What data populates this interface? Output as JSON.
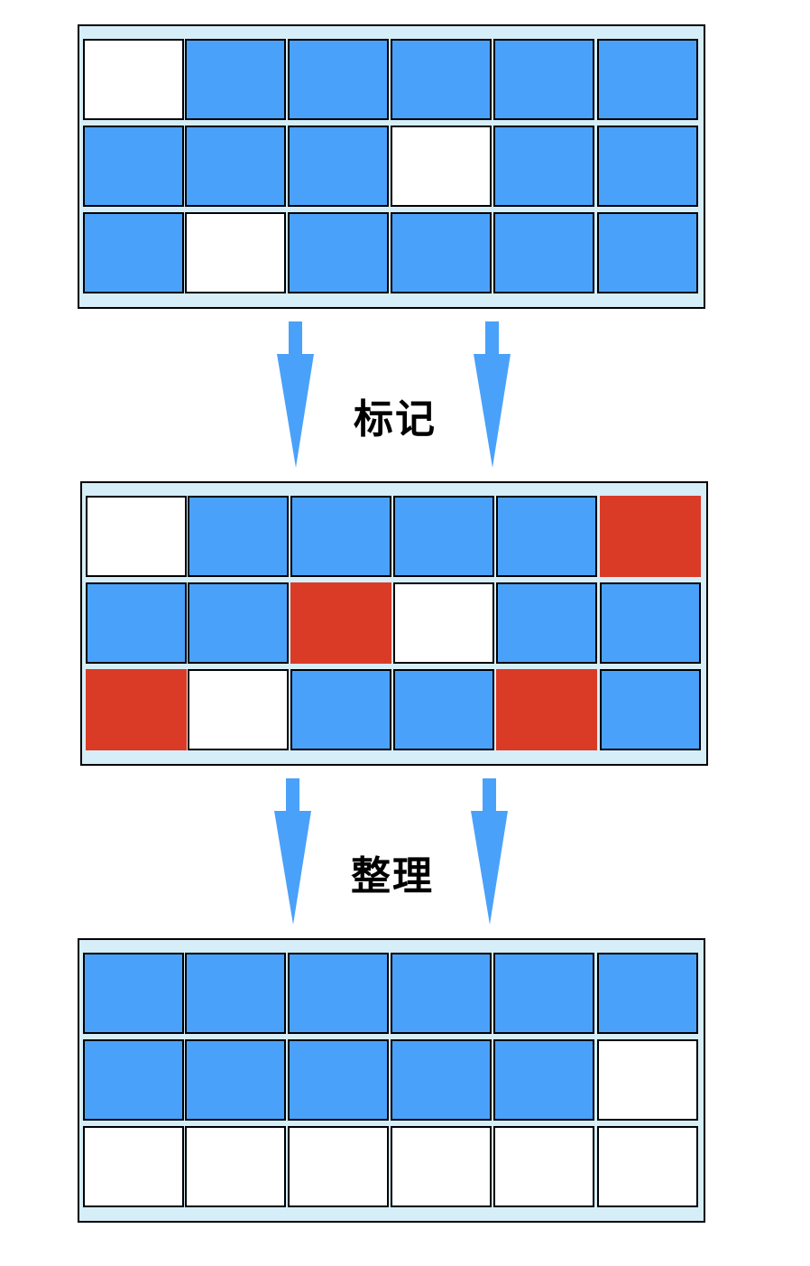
{
  "colors": {
    "panel_bg": "#d6eef8",
    "used": "#4aa1f9",
    "free": "#ffffff",
    "marked": "#d93b27",
    "arrow": "#4aa1f9"
  },
  "steps": [
    {
      "label": "标记"
    },
    {
      "label": "整理"
    }
  ],
  "grids": [
    {
      "name": "initial",
      "rows": [
        [
          "white",
          "blue",
          "blue",
          "blue",
          "blue",
          "blue"
        ],
        [
          "blue",
          "blue",
          "blue",
          "white",
          "blue",
          "blue"
        ],
        [
          "blue",
          "white",
          "blue",
          "blue",
          "blue",
          "blue"
        ]
      ]
    },
    {
      "name": "marked",
      "rows": [
        [
          "white",
          "blue",
          "blue",
          "blue",
          "blue",
          "red"
        ],
        [
          "blue",
          "blue",
          "red",
          "white",
          "blue",
          "blue"
        ],
        [
          "red",
          "white",
          "blue",
          "blue",
          "red",
          "blue"
        ]
      ]
    },
    {
      "name": "compacted",
      "rows": [
        [
          "blue",
          "blue",
          "blue",
          "blue",
          "blue",
          "blue"
        ],
        [
          "blue",
          "blue",
          "blue",
          "blue",
          "blue",
          "white"
        ],
        [
          "white",
          "white",
          "white",
          "white",
          "white",
          "white"
        ]
      ]
    }
  ]
}
